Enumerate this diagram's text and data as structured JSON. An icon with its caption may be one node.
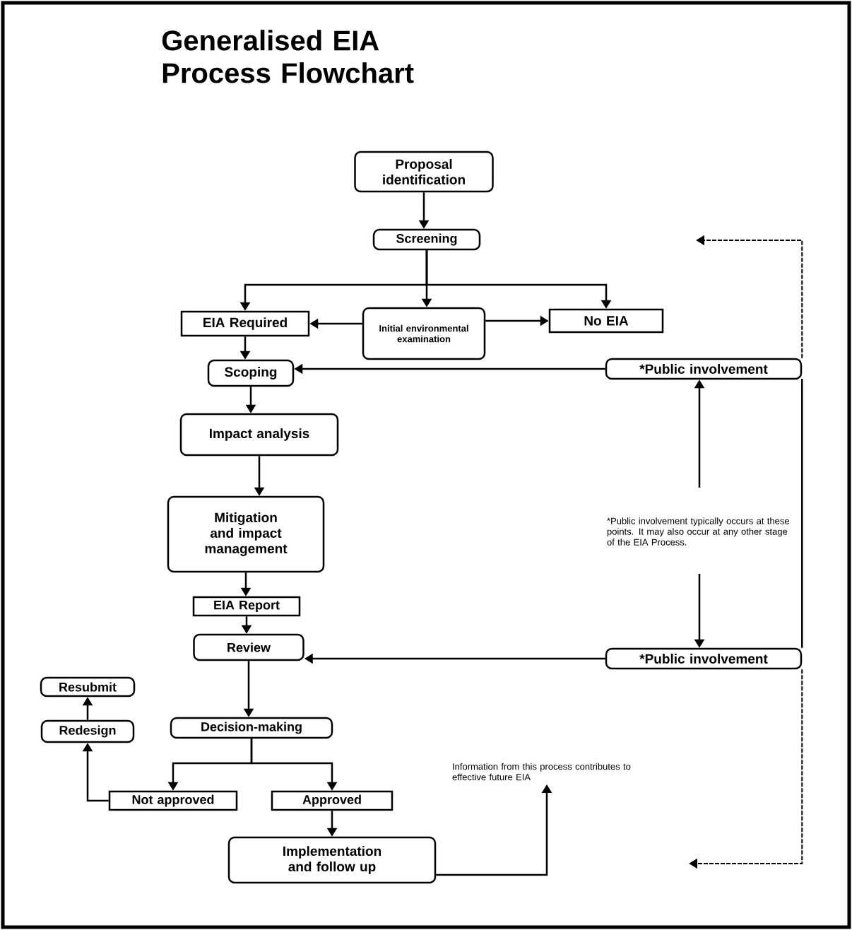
{
  "diagram": {
    "title": "Generalised EIA Process Flowchart",
    "nodes": [
      {
        "text": [
          "Proposal identification"
        ]
      },
      {
        "text": [
          "Screening"
        ]
      },
      {
        "text": [
          "EIA Required"
        ]
      },
      {
        "text": [
          "Initial environmental examination"
        ]
      },
      {
        "text": [
          "No EIA"
        ]
      },
      {
        "text": [
          "Scoping"
        ]
      },
      {
        "text": [
          "*Public involvement"
        ]
      },
      {
        "text": [
          "Impact analysis"
        ]
      },
      {
        "text": [
          "Mitigation and impact management"
        ]
      },
      {
        "text": [
          "EIA Report"
        ]
      },
      {
        "text": [
          "Review"
        ]
      },
      {
        "text": [
          "*Public involvement"
        ]
      },
      {
        "text": [
          "*Public involvement typically occurs at these points. It may also occur at any other stage of the EIA Process."
        ]
      },
      {
        "text": [
          "Resubmit"
        ]
      },
      {
        "text": [
          "Redesign"
        ]
      },
      {
        "text": [
          "Decision-making"
        ]
      },
      {
        "text": [
          "Not approved"
        ]
      },
      {
        "text": [
          "Approved"
        ]
      },
      {
        "text": [
          "Implementation and follow up"
        ]
      },
      {
        "text": [
          "Information from this process contributes to effective future EIA"
        ]
      }
    ],
    "edges": [
      {
        "from": 0,
        "to": 1,
        "arrow": "to"
      },
      {
        "from": 1,
        "to": 3,
        "arrow": "to"
      },
      {
        "from": 1,
        "to": 2,
        "arrow": "to"
      },
      {
        "from": 1,
        "to": 4,
        "arrow": "to"
      },
      {
        "from": 3,
        "to": 2,
        "arrow": "to"
      },
      {
        "from": 3,
        "to": 4,
        "arrow": "to"
      },
      {
        "from": 2,
        "to": 5,
        "arrow": "to"
      },
      {
        "from": 6,
        "to": 5,
        "arrow": "to"
      },
      {
        "from": 5,
        "to": 7,
        "arrow": "to"
      },
      {
        "from": 7,
        "to": 8,
        "arrow": "to"
      },
      {
        "from": 8,
        "to": 9,
        "arrow": "to"
      },
      {
        "from": 9,
        "to": 10,
        "arrow": "to"
      },
      {
        "from": 11,
        "to": 10,
        "arrow": "to"
      },
      {
        "from": 12,
        "to": 6,
        "arrow": "to"
      },
      {
        "from": 12,
        "to": 11,
        "arrow": "to"
      },
      {
        "from": 10,
        "to": 15,
        "arrow": "to"
      },
      {
        "from": 15,
        "to": 16,
        "arrow": "to"
      },
      {
        "from": 15,
        "to": 17,
        "arrow": "to"
      },
      {
        "from": 16,
        "to": 14,
        "arrow": "to"
      },
      {
        "from": 14,
        "to": 13,
        "arrow": "to"
      },
      {
        "from": 17,
        "to": 18,
        "arrow": "to"
      },
      {
        "from": 18,
        "to": 19,
        "arrow": "to"
      },
      {
        "from": 6,
        "to": null,
        "arrow": "to",
        "style": "dashed"
      },
      {
        "from": 11,
        "to": null,
        "arrow": "to",
        "style": "dashed"
      },
      {
        "from": 6,
        "to": 11,
        "arrow": "none"
      }
    ]
  }
}
